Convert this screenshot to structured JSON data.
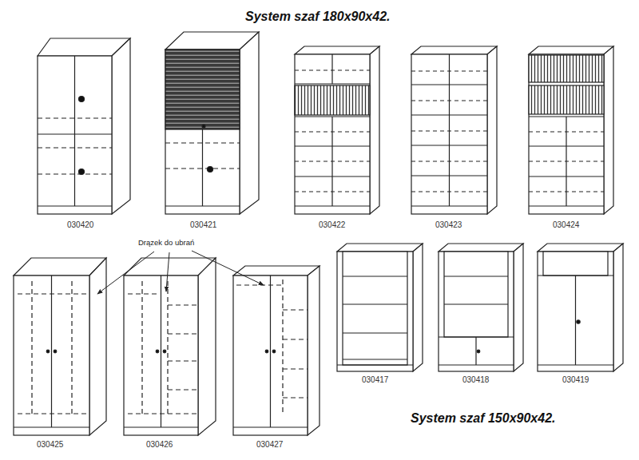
{
  "diagram": {
    "title": "System szaf  180x90x42.",
    "caption": "System szaf  150x90x42.",
    "labels": [
      "030420",
      "030421",
      "030422",
      "030423",
      "030424",
      "Drązek do ubrań",
      "030425",
      "030426",
      "030427",
      "030417",
      "030418",
      "030419"
    ]
  }
}
